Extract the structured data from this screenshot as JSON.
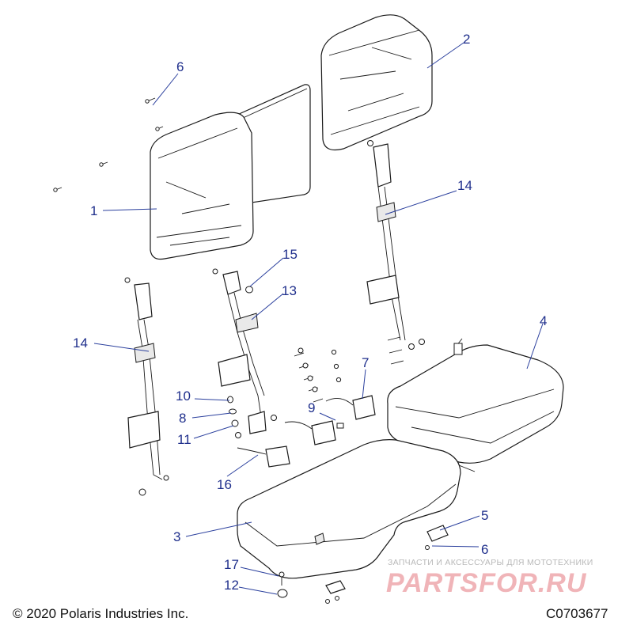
{
  "diagram": {
    "callouts": [
      {
        "id": "c1",
        "label": "1"
      },
      {
        "id": "c2",
        "label": "2"
      },
      {
        "id": "c3",
        "label": "3"
      },
      {
        "id": "c4",
        "label": "4"
      },
      {
        "id": "c5",
        "label": "5"
      },
      {
        "id": "c6a",
        "label": "6"
      },
      {
        "id": "c6b",
        "label": "6"
      },
      {
        "id": "c7",
        "label": "7"
      },
      {
        "id": "c8",
        "label": "8"
      },
      {
        "id": "c9",
        "label": "9"
      },
      {
        "id": "c10",
        "label": "10"
      },
      {
        "id": "c11",
        "label": "11"
      },
      {
        "id": "c12",
        "label": "12"
      },
      {
        "id": "c13",
        "label": "13"
      },
      {
        "id": "c14a",
        "label": "14"
      },
      {
        "id": "c14b",
        "label": "14"
      },
      {
        "id": "c15",
        "label": "15"
      },
      {
        "id": "c16",
        "label": "16"
      },
      {
        "id": "c17",
        "label": "17"
      }
    ],
    "leader_color": "#2a3f9d",
    "callout_color": "#1f2f8c"
  },
  "footer": {
    "copyright": "© 2020 Polaris Industries Inc.",
    "drawing_number": "C0703677"
  },
  "watermark": {
    "tagline": "ЗАПЧАСТИ И АКСЕССУАРЫ ДЛЯ МОТОТЕХНИКИ",
    "logo_text": "PARTSFOR.RU",
    "logo_color": "#e0636c"
  }
}
